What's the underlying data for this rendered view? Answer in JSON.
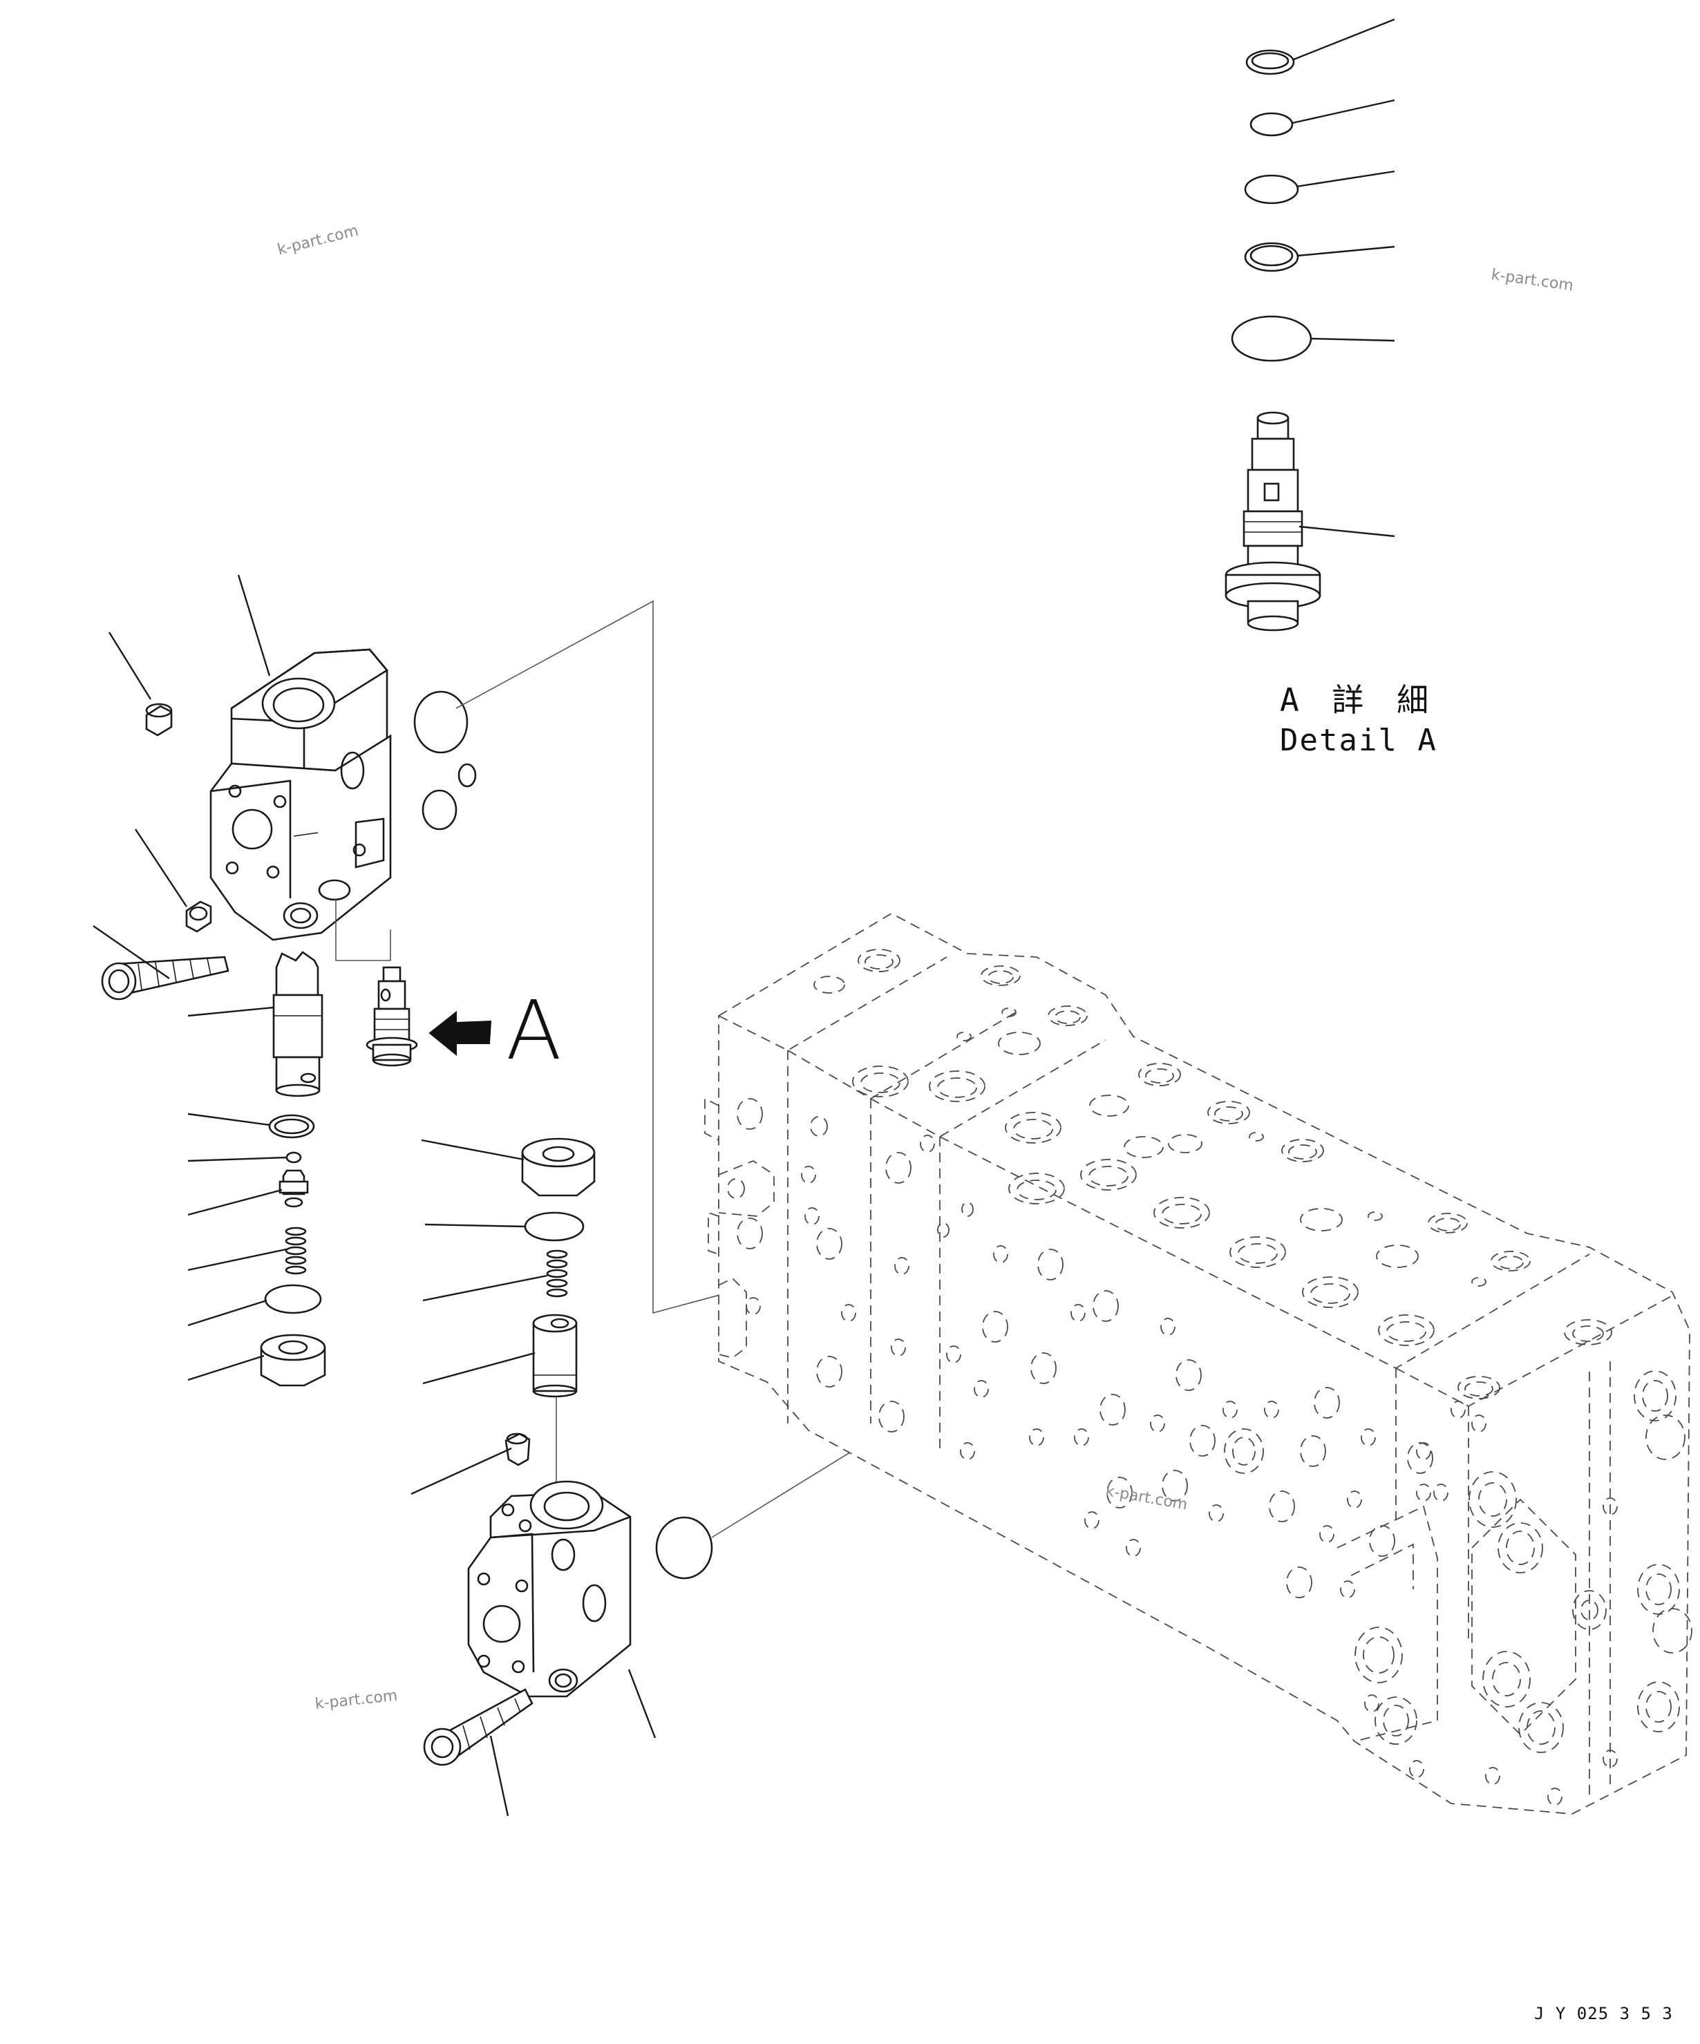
{
  "view_label_letter": "A",
  "detail_caption": {
    "line_jp": "A 詳 細",
    "line_en": "Detail A"
  },
  "drawing_code": "J Y 025   3 5 3",
  "watermarks": [
    "k-part.com",
    "k-part.com",
    "k-part.com",
    "k-part.com"
  ],
  "colors": {
    "ink": "#1a1a1a",
    "phantom": "#4a4a4a",
    "watermark": "#8a8a8a"
  }
}
